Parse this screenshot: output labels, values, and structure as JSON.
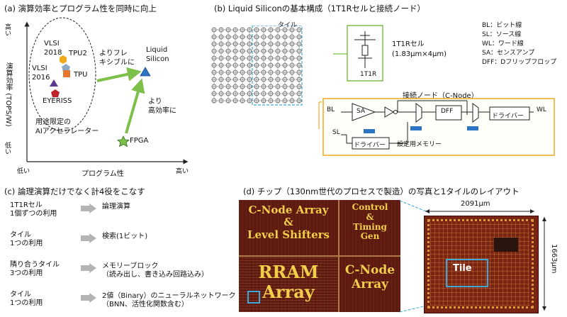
{
  "panel_a": {
    "title": "(a) 演算効率とプログラム性を同時に向上",
    "y_axis": "演算効率 (TOPS/W)",
    "y_high": "高い",
    "y_low": "低い",
    "x_axis": "プログラム性",
    "x_low": "低い",
    "x_high": "高い",
    "vlsi2018": "VLSI\n2018",
    "vlsi2016": "VLSI\n2016",
    "tpu2": "TPU2",
    "tpu": "TPU",
    "eyeriss": "EYERISS",
    "ai_accel": "用途限定の\nAIアクセラレーター",
    "arrow1": "よりフレ\nキシブルに",
    "arrow2": "より\n高効率に",
    "liquid": "Liquid\nSilicon",
    "fpga": "FPGA",
    "colors": {
      "tpu2": "#f2a81d",
      "tpu": "#e8772e",
      "vlsi2016": "#5b3a8e",
      "eyeriss": "#c0242c",
      "liquid": "#2e74c4",
      "arrow": "#7cc04a",
      "vlsi2018": "#8ea9c8"
    }
  },
  "panel_b": {
    "title": "(b) Liquid Siliconの基本構成（1T1Rセルと接続ノード）",
    "tile": "タイル",
    "cell_label": "1T1R",
    "cell_caption": "1T1Rセル\n(1.83μm×4μm)",
    "legend": [
      "BL：ビット線",
      "SL：ソース線",
      "WL：ワード線",
      "SA：センスアンプ",
      "DFF：Dフリップフロップ"
    ],
    "cnode_title": "接続ノード（C-Node）",
    "bl": "BL",
    "sl": "SL",
    "wl": "WL",
    "sa": "SA",
    "dff": "DFF",
    "driver1": "ドライバー",
    "driver2": "ドライバー",
    "config_mem": "設定用メモリー"
  },
  "panel_c": {
    "title": "(c) 論理演算だけでなく計4役をこなす",
    "rows": [
      {
        "sub": "1T1Rセル\n1個ずつの利用",
        "desc": "論理演算"
      },
      {
        "sub": "タイル\n1つの利用",
        "desc": "検索(1ビット)"
      },
      {
        "sub": "隣り合うタイル\n3つの利用",
        "desc": "メモリーブロック\n（読み出し、書き込み回路込み）"
      },
      {
        "sub": "タイル\n1つの利用",
        "desc": "2値（Binary）のニューラルネットワーク\n（BNN、活性化関数含む）"
      }
    ]
  },
  "panel_d": {
    "title": "(d) チップ（130nm世代のプロセスで製造）の写真と1タイルのレイアウト",
    "q1": "C-Node Array\n&\nLevel Shifters",
    "q2": "Control\n&\nTiming\nGen",
    "q3": "RRAM\nArray",
    "q4": "C-Node\nArray",
    "width_dim": "2091μm",
    "height_dim": "1663μm",
    "tile_label": "Tile"
  }
}
